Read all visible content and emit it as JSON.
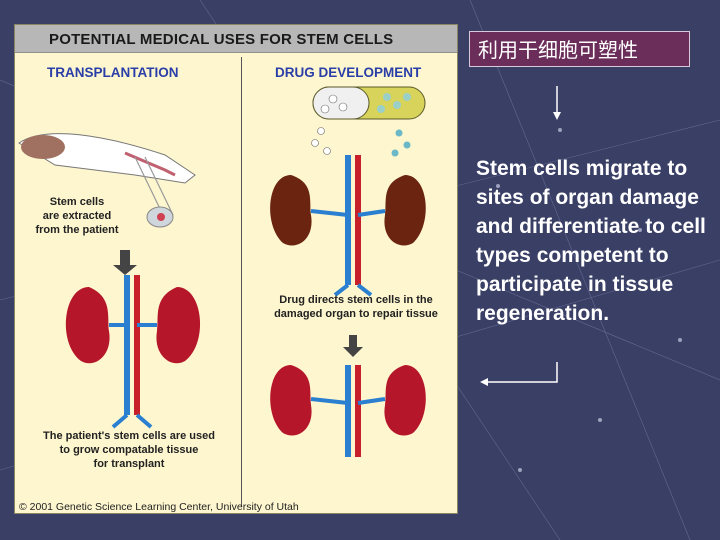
{
  "panel": {
    "title": "POTENTIAL MEDICAL USES FOR STEM CELLS",
    "left_heading": "TRANSPLANTATION",
    "right_heading": "DRUG DEVELOPMENT",
    "caption_extract": "Stem cells\nare extracted\nfrom the patient",
    "caption_drug": "Drug directs stem cells in the\ndamaged organ to repair tissue",
    "caption_grow": "The patient's stem cells are used\nto grow compatable tissue\nfor transplant",
    "copyright": "© 2001 Genetic Science Learning Center, University of Utah"
  },
  "side": {
    "chinese_label": "利用干细胞可塑性",
    "description": "Stem cells migrate to sites of organ damage and differentiate to cell types competent to participate in tissue regeneration."
  },
  "colors": {
    "background": "#3a3f66",
    "label_box": "#6b2d59",
    "panel": "#fdf6cf",
    "heading_blue": "#2a3ea8",
    "kidney_healthy": "#b5162a",
    "kidney_damaged": "#6b2410",
    "vessel_blue": "#2a7fd0",
    "vessel_red": "#c8202a"
  }
}
